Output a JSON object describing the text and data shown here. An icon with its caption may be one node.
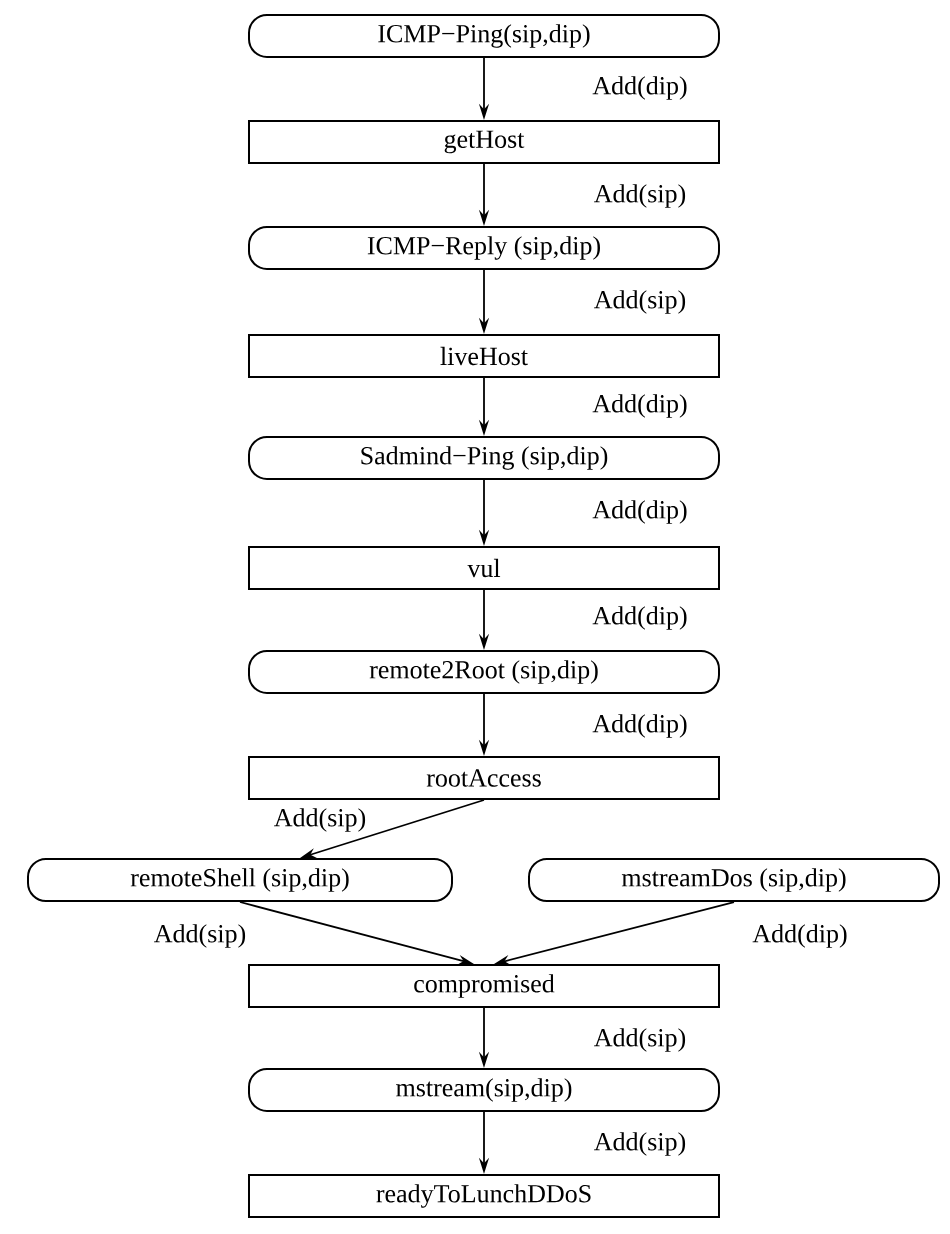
{
  "diagram": {
    "nodes": [
      {
        "text": [
          "ICMP−Ping(sip,dip)"
        ]
      },
      {
        "text": [
          "getHost"
        ]
      },
      {
        "text": [
          "ICMP−Reply (sip,dip)"
        ]
      },
      {
        "text": [
          "liveHost"
        ]
      },
      {
        "text": [
          "Sadmind−Ping (sip,dip)"
        ]
      },
      {
        "text": [
          "vul"
        ]
      },
      {
        "text": [
          "remote2Root (sip,dip)"
        ]
      },
      {
        "text": [
          "rootAccess"
        ]
      },
      {
        "text": [
          "remoteShell (sip,dip)"
        ]
      },
      {
        "text": [
          "mstreamDos (sip,dip)"
        ]
      },
      {
        "text": [
          "compromised"
        ]
      },
      {
        "text": [
          "mstream(sip,dip)"
        ]
      },
      {
        "text": [
          "readyToLunchDDoS"
        ]
      }
    ],
    "edges": [
      {
        "from": 0,
        "to": 1,
        "arrow": "to",
        "label": "Add(dip)"
      },
      {
        "from": 1,
        "to": 2,
        "arrow": "to",
        "label": "Add(sip)"
      },
      {
        "from": 2,
        "to": 3,
        "arrow": "to",
        "label": "Add(sip)"
      },
      {
        "from": 3,
        "to": 4,
        "arrow": "to",
        "label": "Add(dip)"
      },
      {
        "from": 4,
        "to": 5,
        "arrow": "to",
        "label": "Add(dip)"
      },
      {
        "from": 5,
        "to": 6,
        "arrow": "to",
        "label": "Add(dip)"
      },
      {
        "from": 6,
        "to": 7,
        "arrow": "to",
        "label": "Add(dip)"
      },
      {
        "from": 7,
        "to": 8,
        "arrow": "to",
        "label": "Add(sip)"
      },
      {
        "from": 8,
        "to": 10,
        "arrow": "to",
        "label": "Add(sip)"
      },
      {
        "from": 9,
        "to": 10,
        "arrow": "to",
        "label": "Add(dip)"
      },
      {
        "from": 10,
        "to": 11,
        "arrow": "to",
        "label": "Add(sip)"
      },
      {
        "from": 11,
        "to": 12,
        "arrow": "to",
        "label": "Add(sip)"
      }
    ]
  }
}
